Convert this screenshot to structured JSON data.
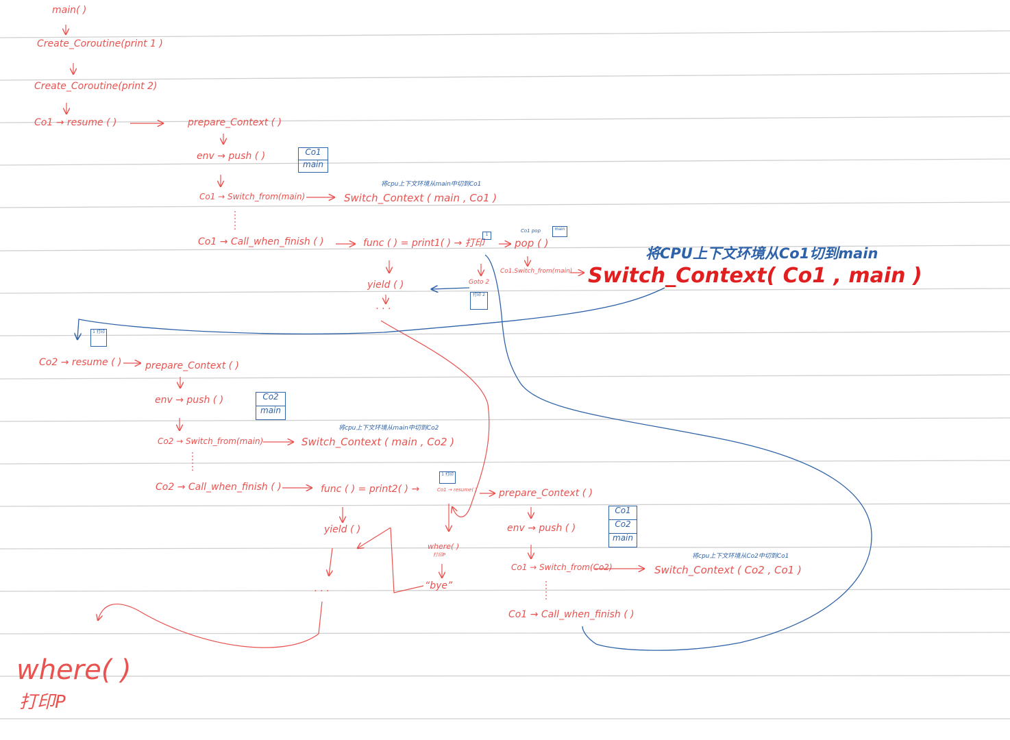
{
  "colors": {
    "ink_red": "#e8524f",
    "ink_blue": "#2e62a8",
    "ink_bold_red": "#e02020",
    "rule_line": "#cfcfcf"
  },
  "labels": {
    "main": "main( )",
    "create1": "Create_Coroutine(print 1 )",
    "create2": "Create_Coroutine(print 2)",
    "co1_resume": "Co1 → resume (  )",
    "prepare1": "prepare_Context (  )",
    "env_push1": "env → push (  )",
    "co1_switch": "Co1 → Switch_from(main)",
    "swctx1": "Switch_Context ( main , Co1 )",
    "note1": "将cpu上下文环境从main中切到Co1",
    "co1_call": "Co1 → Call_when_finish (  )",
    "func1": "func (  ) = print1( ) → 打印",
    "pop": "pop (  )",
    "co1pop": "Co1 pop",
    "mainbox": "main",
    "co1_switch_main": "Co1.Switch_from(main)",
    "swctx_big": "Switch_Context( Co1 , main )",
    "note_big": "将CPU上下文环境从Co1切到main",
    "yield1": "yield (  )",
    "goto2": "Goto 2",
    "box_small1": "1",
    "box_small2": "打印 2",
    "box_small3": "1 打印",
    "co2_resume": "Co2 → resume (  )",
    "prepare2": "prepare_Context (  )",
    "env_push2": "env → push (  )",
    "co2_switch": "Co2 → Switch_from(main)",
    "swctx2": "Switch_Context ( main , Co2 )",
    "note2": "将cpu上下文环境从main中切到Co2",
    "co2_call": "Co2 → Call_when_finish (  )",
    "func2": "func (  ) = print2( ) →",
    "co1_resume_small": "Co1 → resume( )",
    "box_small4": "1 打印",
    "prepare3": "prepare_Context (  )",
    "yield2": "yield (  )",
    "env_push3": "env → push (  )",
    "co1_switch_co2": "Co1 → Switch_from(Co2)",
    "swctx3": "Switch_Context ( Co2 , Co1 )",
    "note3": "将cpu上下文环境从Co2中切到Co1",
    "co1_call2": "Co1 → Call_when_finish (  )",
    "where_small": "where( )",
    "print_small": "打印P",
    "bye": "“bye”",
    "where_big": "where( )",
    "print_big": "打印P",
    "dots": "· · ·"
  },
  "stacks": {
    "s1": [
      "Co1",
      "main"
    ],
    "s2": [
      "Co2",
      "main"
    ],
    "s3": [
      "Co1",
      "Co2",
      "main"
    ]
  }
}
